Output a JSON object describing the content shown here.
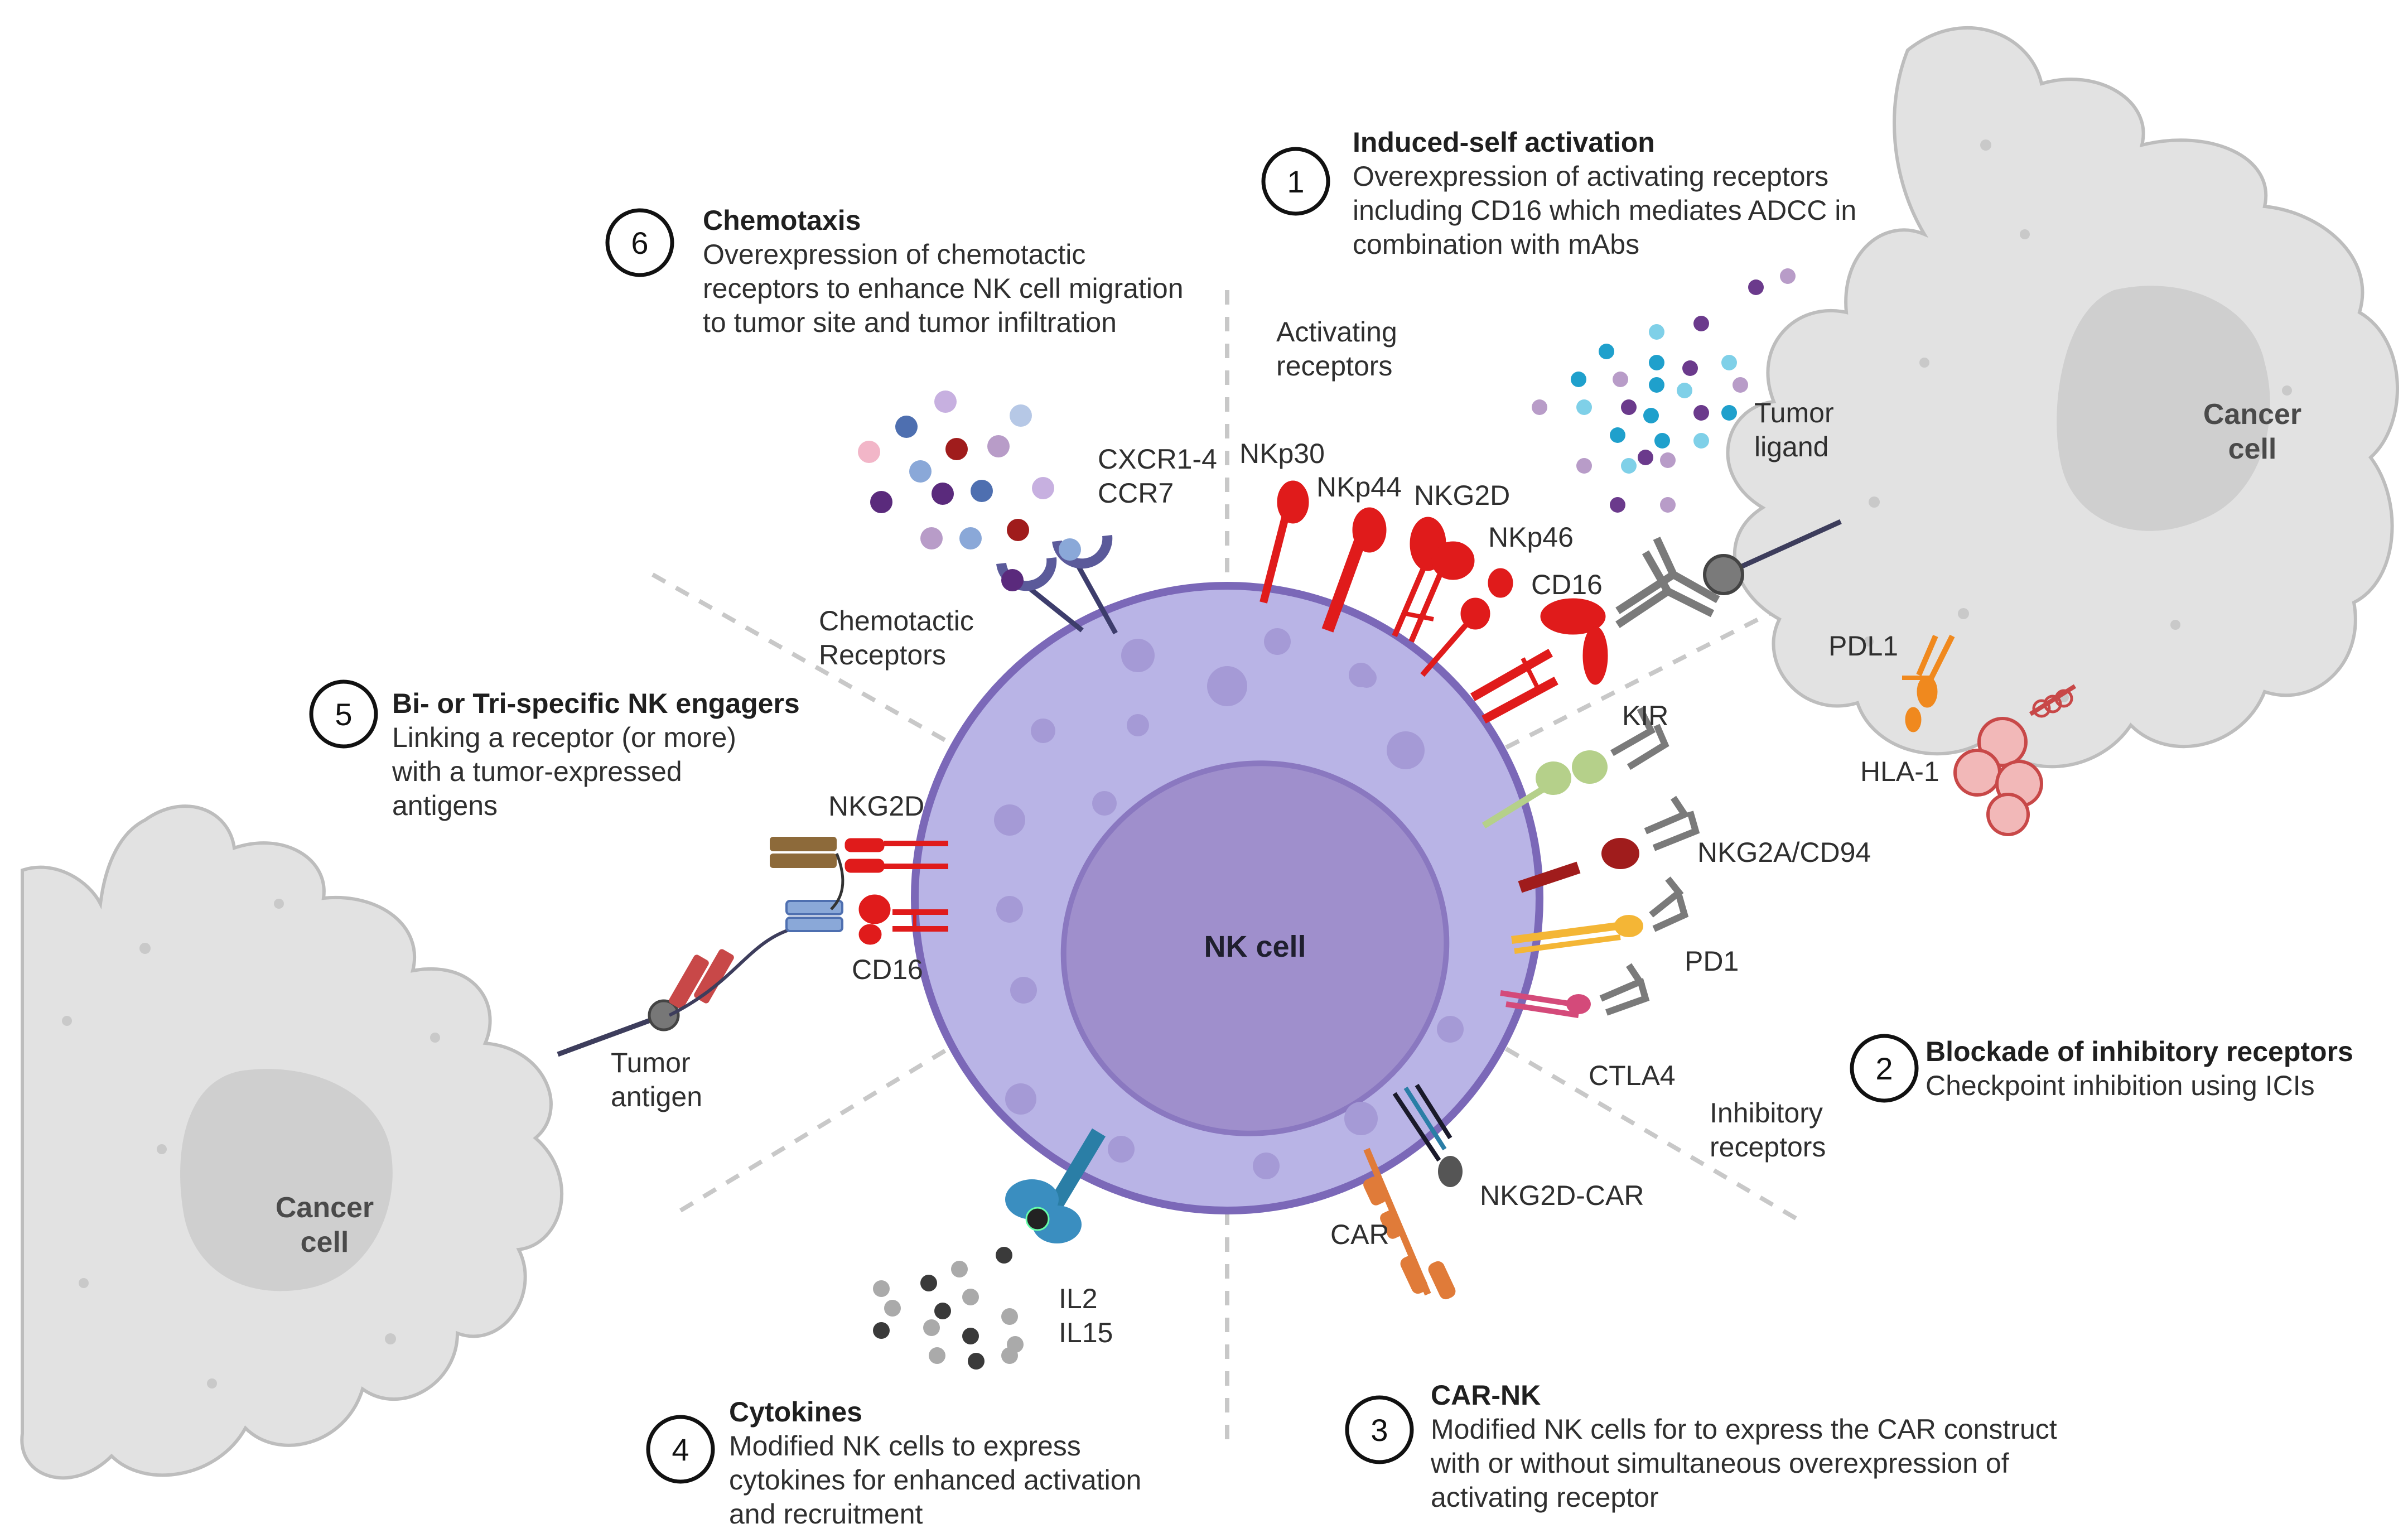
{
  "cells": {
    "nk": "NK cell",
    "cancer_right": [
      "Cancer",
      "cell"
    ],
    "cancer_left": [
      "Cancer",
      "cell"
    ]
  },
  "sections": [
    {
      "number": "1",
      "title": "Induced-self activation",
      "lines": [
        "Overexpression of activating receptors",
        "including CD16 which mediates ADCC in",
        "combination with mAbs"
      ]
    },
    {
      "number": "2",
      "title": "Blockade of inhibitory receptors",
      "lines": [
        "Checkpoint inhibition using ICIs"
      ]
    },
    {
      "number": "3",
      "title": "CAR-NK",
      "lines": [
        "Modified NK cells for to express the CAR construct",
        "with or without simultaneous overexpression of",
        "activating receptor"
      ]
    },
    {
      "number": "4",
      "title": "Cytokines",
      "lines": [
        "Modified NK cells to express",
        "cytokines for enhanced activation",
        "and recruitment"
      ]
    },
    {
      "number": "5",
      "title": "Bi- or Tri-specific NK engagers",
      "lines": [
        "Linking a receptor (or more)",
        "with a tumor-expressed",
        "antigens"
      ]
    },
    {
      "number": "6",
      "title": "Chemotaxis",
      "lines": [
        "Overexpression of chemotactic",
        "receptors to enhance NK cell migration",
        "to tumor site and tumor infiltration"
      ]
    }
  ],
  "labels": {
    "activating_receptors": [
      "Activating",
      "receptors"
    ],
    "tumor_ligand": [
      "Tumor",
      "ligand"
    ],
    "nkp30": "NKp30",
    "nkp44": "NKp44",
    "nkg2d_act": "NKG2D",
    "nkp46": "NKp46",
    "cd16_act": "CD16",
    "pdl1": "PDL1",
    "hla1": "HLA-1",
    "kir": "KIR",
    "nkg2a": "NKG2A/CD94",
    "pd1": "PD1",
    "ctla4": "CTLA4",
    "inhibitory_receptors": [
      "Inhibitory",
      "receptors"
    ],
    "nkg2d_car": "NKG2D-CAR",
    "car": "CAR",
    "il": [
      "IL2",
      "IL15"
    ],
    "chemotactic_receptors": [
      "Chemotactic",
      "Receptors"
    ],
    "cxcr": [
      "CXCR1-4",
      "CCR7"
    ],
    "nkg2d_engager": "NKG2D",
    "cd16_engager": "CD16",
    "tumor_antigen": [
      "Tumor",
      "antigen"
    ]
  },
  "colors": {
    "nk_membrane": "#7b68b8",
    "nk_cytoplasm": "#b9b4e6",
    "nk_nucleus": "#9f8fcc",
    "cancer_cell": "#e2e2e2",
    "activating_red": "#e01b1b",
    "divider": "#c8c8c8"
  }
}
